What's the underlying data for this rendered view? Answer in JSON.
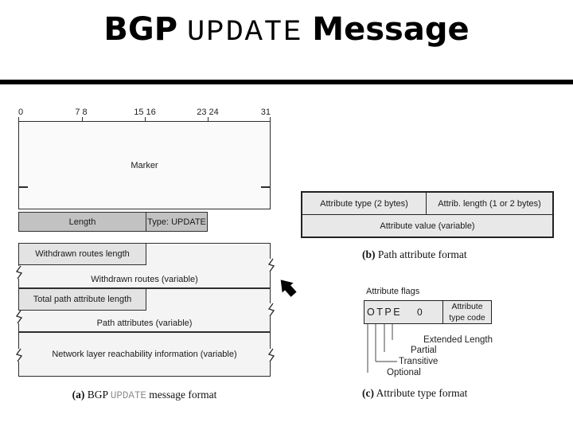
{
  "title": {
    "part1": "BGP",
    "mono": "UPDATE",
    "part2": "Message"
  },
  "diagram_a": {
    "bits": [
      "0",
      "7 8",
      "15 16",
      "23 24",
      "31"
    ],
    "marker_label": "Marker",
    "length_label": "Length",
    "type_label": "Type: UPDATE",
    "withdrawn_length_label": "Withdrawn routes length",
    "withdrawn_routes_label": "Withdrawn routes (variable)",
    "total_path_length_label": "Total path attribute length",
    "path_attributes_label": "Path attributes (variable)",
    "nlri_label": "Network layer reachability information (variable)",
    "caption": {
      "tag": "(a)",
      "pre": " BGP ",
      "mono": "UPDATE",
      "post": " message format"
    }
  },
  "diagram_b": {
    "attribute_type_label": "Attribute type (2 bytes)",
    "attribute_length_label": "Attrib. length (1 or 2 bytes)",
    "attribute_value_label": "Attribute value (variable)",
    "caption": {
      "tag": "(b)",
      "text": " Path attribute format"
    }
  },
  "diagram_c": {
    "flags_title": "Attribute flags",
    "flag_letters": "OTPE",
    "zero_bits": "0",
    "type_code": {
      "line1": "Attribute",
      "line2": "type code"
    },
    "flag_labels": [
      "Extended Length",
      "Partial",
      "Transitive",
      "Optional"
    ],
    "caption": {
      "tag": "(c)",
      "text": " Attribute type format"
    }
  },
  "colors": {
    "background": "#ffffff",
    "border": "#2e2e2e",
    "fill_light": "#f4f4f4",
    "fill_mid": "#e3e3e3",
    "fill_dark": "#c2c2c2",
    "fill_b_c": "#e8e8e8",
    "title_text": "#000000",
    "caption_mono_text": "#8d8d8d",
    "arrow": "#000000"
  }
}
